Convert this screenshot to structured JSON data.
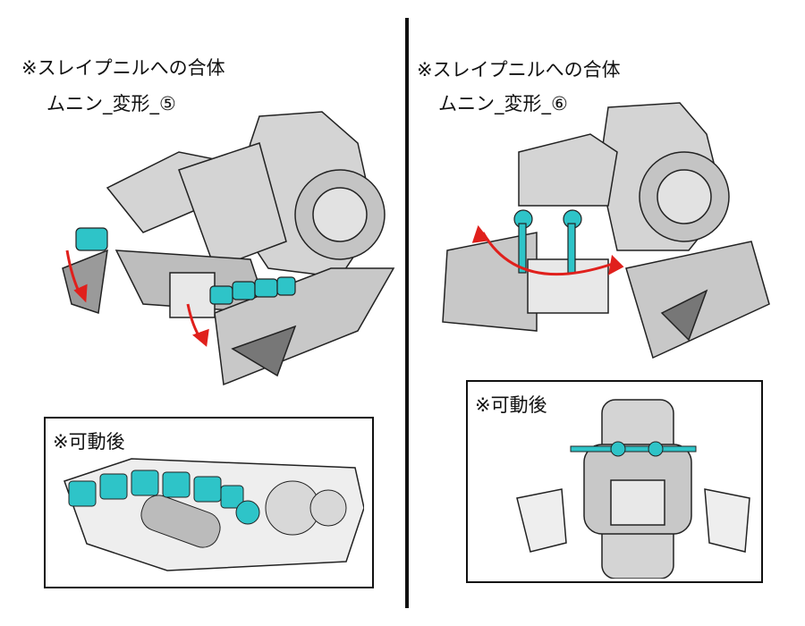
{
  "left": {
    "title": "※スレイプニルへの合体",
    "subtitle": "ムニン_変形_⑤",
    "inset_label": "※可動後"
  },
  "right": {
    "title": "※スレイプニルへの合体",
    "subtitle": "ムニン_変形_⑥",
    "inset_label": "※可動後"
  },
  "colors": {
    "accent_part": "#2ec4c8",
    "arrow": "#e0201c",
    "body": "#cfcfcf",
    "outline": "#222222"
  }
}
